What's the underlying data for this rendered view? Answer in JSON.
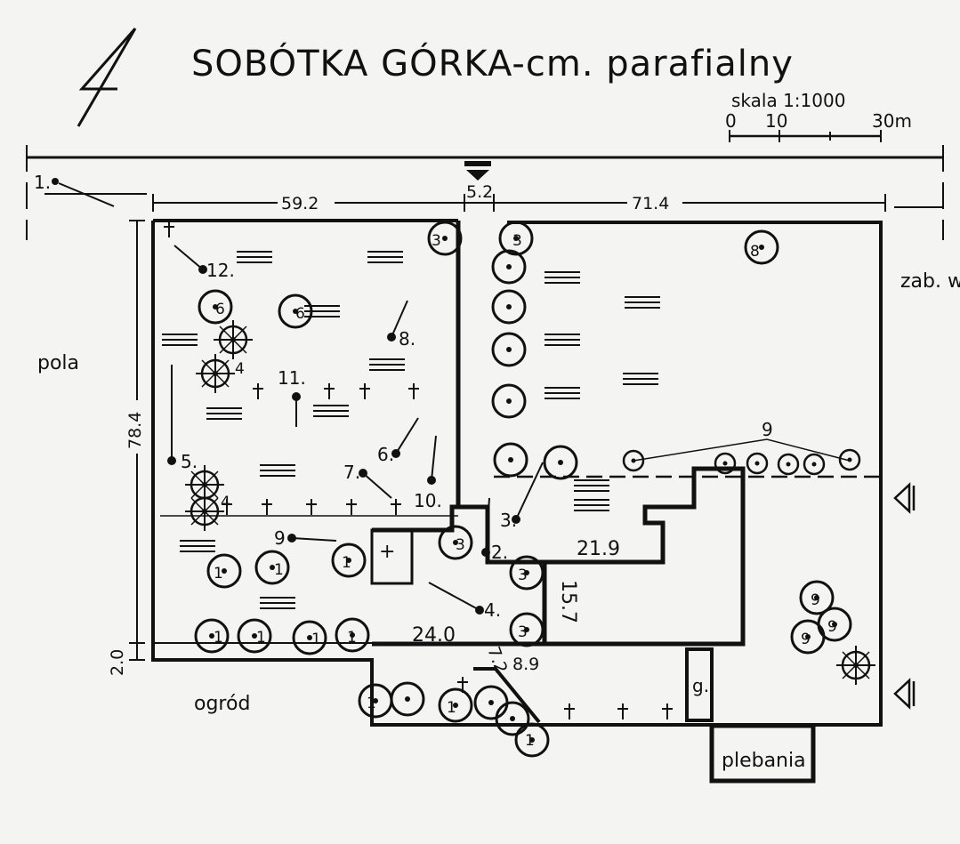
{
  "title": "SOBÓTKA GÓRKA-cm. parafialny",
  "scale": {
    "label": "skala 1:1000",
    "ticks": [
      "0",
      "10",
      "30m"
    ]
  },
  "dimensions": {
    "west_section": "59.2",
    "gate_width": "5.2",
    "east_section": "71.4",
    "height": "78.4",
    "strip": "2.0",
    "church_length": "24.0",
    "church_width": "15.7",
    "chapel": "21.9",
    "diag_a": "7.2",
    "diag_b": "8.9"
  },
  "areas": {
    "fields": "pola",
    "farm_buildings": "zab. wsi",
    "garden": "ogród",
    "rectory": "plebania",
    "tomb": "g."
  },
  "feature_numbers": {
    "n1": "1.",
    "n2": "2.",
    "n3": "3.",
    "n4": "4.",
    "n5": "5.",
    "n6": "6.",
    "n7": "7.",
    "n8": "8.",
    "n9": "9",
    "n10": "10.",
    "n11": "11.",
    "n12": "12.",
    "tree_row_9": "9"
  },
  "trees": {
    "t1": "1",
    "t3": "3",
    "t6": "6",
    "t8": "8",
    "t9": "9",
    "t4": "4",
    "t3b": "3"
  }
}
